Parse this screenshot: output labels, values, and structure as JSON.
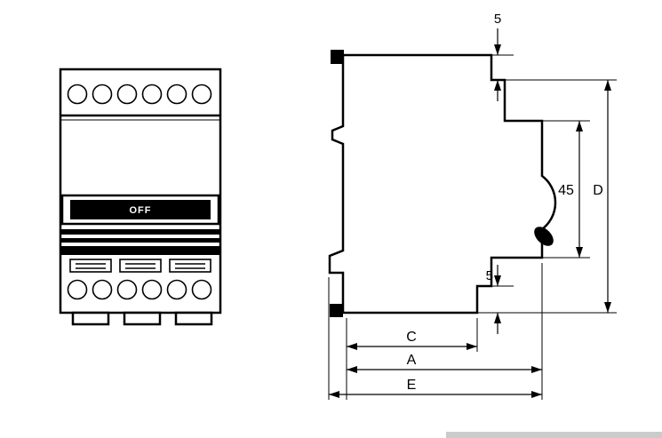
{
  "drawing": {
    "front_view": {
      "off_label": "OFF"
    },
    "side_view": {
      "dim_top_gap": "5",
      "dim_handle_height": "45",
      "dim_total_height": "D",
      "dim_bottom_gap": "5",
      "dim_width_c": "C",
      "dim_width_a": "A",
      "dim_width_e": "E"
    }
  },
  "colors": {
    "line": "#000000",
    "background": "#ffffff",
    "bottom_strip": "#cbcbcb"
  }
}
